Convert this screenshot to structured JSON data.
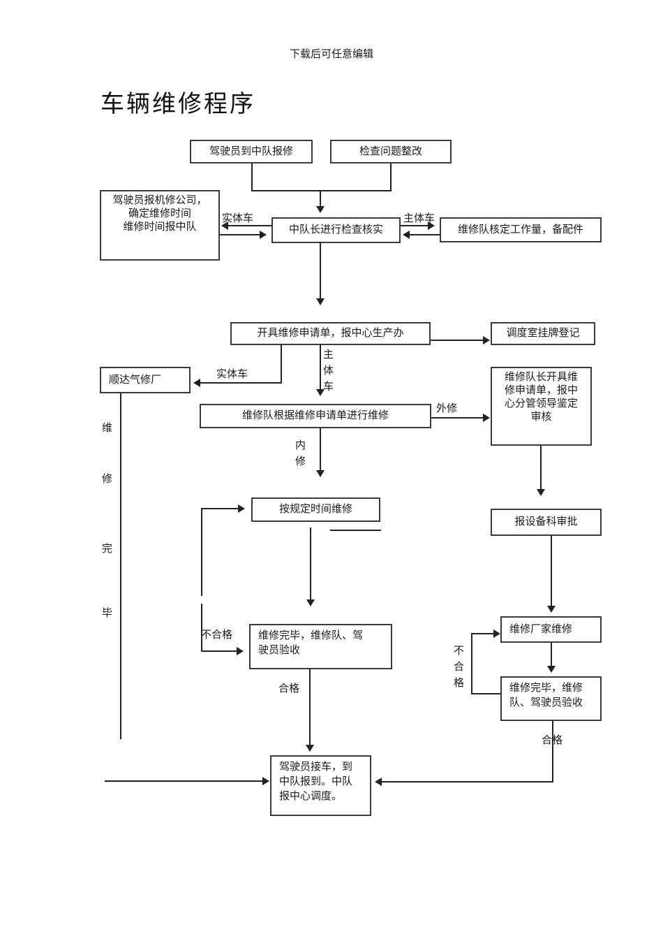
{
  "page": {
    "header_note": "下载后可任意编辑",
    "title": "车辆维修程序",
    "colors": {
      "background": "#ffffff",
      "box_border": "#3a3a3a",
      "line": "#222222",
      "text": "#1a1a1a"
    }
  },
  "flow": {
    "boxes": {
      "driver_report": "驾驶员到中队报修",
      "inspect_rectify": "检查问题整改",
      "driver_notify_company": "驾驶员报机修公司，\n确定维修时间\n维修时间报中队",
      "squad_leader_verify": "中队长进行检查核实",
      "team_assess_workload": "维修队核定工作量，备配件",
      "issue_request_form": "开具维修申请单，报中心生产办",
      "dispatch_register": "调度室挂牌登记",
      "shunda_factory": "顺达气修厂",
      "team_repair_per_form": "维修队根据维修申请单进行维修",
      "leader_issue_form_review": "维修队长开具维\n修申请单，报中\n心分管领导鉴定\n审核",
      "repair_on_schedule": "按规定时间维修",
      "repair_done_accept_left": "维修完毕，维修队、驾\n驶员验收",
      "equipment_dept_approve": "报设备科审批",
      "factory_repair": "维修厂家维修",
      "repair_done_accept_right": "维修完毕，维修\n队、驾驶员验收",
      "driver_pickup": "驾驶员接车，到\n中队报到。中队\n报中心调度。"
    },
    "labels": {
      "entity_vehicle_top": "实体车",
      "main_vehicle_top": "主体车",
      "entity_vehicle_mid": "实体车",
      "main_vehicle_vertical": "主\n体\n车",
      "external_repair": "外修",
      "internal_repair": "内\n修",
      "unqualified_left": "不合格",
      "qualified_left": "合格",
      "unqualified_right": "不\n合\n格",
      "qualified_right": "合格",
      "left_vertical": [
        "维",
        "修",
        "完",
        "毕"
      ]
    }
  }
}
